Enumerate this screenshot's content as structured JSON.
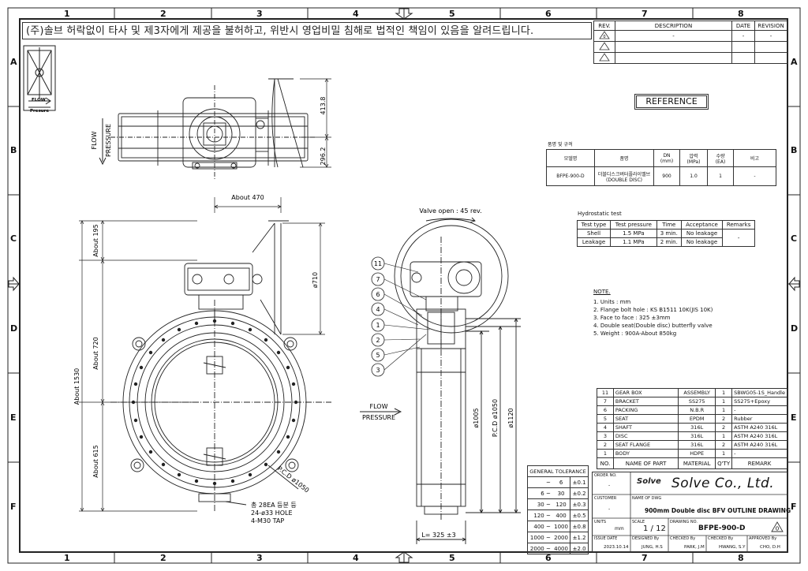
{
  "sheet": {
    "grid_cols": [
      "1",
      "2",
      "3",
      "4",
      "5",
      "6",
      "7",
      "8"
    ],
    "grid_rows": [
      "A",
      "B",
      "C",
      "D",
      "E",
      "F"
    ],
    "notice": "(주)솔브 허락없이 타사 및 제3자에게 제공을 불허하고, 위반시 영업비밀 침해로 법적인 책임이 있음을 알려드립니다."
  },
  "revision_table": {
    "headers": [
      "REV.",
      "DESCRIPTION",
      "DATE",
      "REVISION"
    ],
    "rows": [
      {
        "rev": "0",
        "description": "-",
        "date": "-",
        "revision": "-"
      },
      {
        "rev": "",
        "description": "",
        "date": "",
        "revision": ""
      },
      {
        "rev": "",
        "description": "",
        "date": "",
        "revision": ""
      }
    ]
  },
  "reference_label": "REFERENCE",
  "spec_table": {
    "caption": "품명 및 규격",
    "headers": [
      "모델명",
      "품명",
      "DN\n(mm)",
      "압력\n(MPa)",
      "수량\n(EA)",
      "비고"
    ],
    "row": [
      "BFPE-900-D",
      "더블디스크버터플라이밸브\n(DOUBLE DISC)",
      "900",
      "1.0",
      "1",
      "-"
    ]
  },
  "hydrostatic": {
    "caption": "Hydrostatic test",
    "headers": [
      "Test type",
      "Test pressure",
      "Time",
      "Acceptance",
      "Remarks"
    ],
    "rows": [
      [
        "Shell",
        "1.5 MPa",
        "3 min.",
        "No leakage"
      ],
      [
        "Leakage",
        "1.1 MPa",
        "2 min.",
        "No leakage"
      ]
    ],
    "remarks": "-"
  },
  "notes": {
    "title": "NOTE.",
    "items": [
      "1. Units : mm",
      "2. Flange bolt hole : KS B1511 10K(JIS 10K)",
      "3. Face to face : 325 ±3mm",
      "4. Double seat(Double disc) butterfly valve",
      "5. Weight : 900A-About 850kg"
    ]
  },
  "parts_table": {
    "headers": [
      "NO.",
      "NAME OF PART",
      "MATERIAL",
      "Q'TY",
      "REMARK"
    ],
    "rows": [
      [
        "11",
        "GEAR BOX",
        "ASSEMBLY",
        "1",
        "SBWG05-1S_Handle"
      ],
      [
        "7",
        "BRACKET",
        "SS275",
        "1",
        "SS275+Epoxy"
      ],
      [
        "6",
        "PACKING",
        "N.B.R",
        "1",
        "-"
      ],
      [
        "5",
        "SEAT",
        "EPDM",
        "2",
        "Rubber"
      ],
      [
        "4",
        "SHAFT",
        "316L",
        "2",
        "ASTM A240 316L"
      ],
      [
        "3",
        "DISC",
        "316L",
        "1",
        "ASTM A240 316L"
      ],
      [
        "2",
        "SEAT FLANGE",
        "316L",
        "2",
        "ASTM A240 316L"
      ],
      [
        "1",
        "BODY",
        "HDPE",
        "1",
        "-"
      ]
    ]
  },
  "tolerance": {
    "title": "GENERAL TOLERANCE",
    "rows": [
      [
        "~",
        "6",
        "±0.1"
      ],
      [
        "6 ~",
        "30",
        "±0.2"
      ],
      [
        "30 ~",
        "120",
        "±0.3"
      ],
      [
        "120 ~",
        "400",
        "±0.5"
      ],
      [
        "400 ~",
        "1000",
        "±0.8"
      ],
      [
        "1000 ~",
        "2000",
        "±1.2"
      ],
      [
        "2000 ~",
        "4000",
        "±2.0"
      ]
    ]
  },
  "title_block": {
    "order_no_label": "ORDER NO.",
    "order_no": "-",
    "company_logo": "Solve",
    "company_name": "Solve Co., Ltd.",
    "customer_label": "CUSTOMER",
    "customer": "-",
    "dwg_name_label": "NAME OF DWG",
    "dwg_name": "900mm Double disc BFV OUTLINE DRAWING",
    "units_label": "UNITS",
    "units": "mm",
    "scale_label": "SCALE",
    "scale": "1 / 12",
    "drawing_no_label": "DRAWING NO.",
    "drawing_no": "BFPE-900-D",
    "rev_mark": "0",
    "issue_date_label": "ISSUE DATE",
    "issue_date": "2023.10.14",
    "designed_label": "DESIGNED By",
    "designed": "JUNG, H.S",
    "checked1_label": "CHECKED By",
    "checked1": "PARK, J.M",
    "checked2_label": "CHECKED By",
    "checked2": "HWANG, S.Y",
    "approved_label": "APPROVED By",
    "approved": "CHO, D.H"
  },
  "drawing": {
    "flow_pressure": [
      "FLOW",
      "PRESSURE"
    ],
    "flow_icon": [
      "FLOW",
      "Presure"
    ],
    "dim_413": "413.8",
    "dim_296": "296.2",
    "dim_470": "About 470",
    "dim_195": "About 195",
    "dim_720": "About 720",
    "dim_1530": "About 1530",
    "dim_615": "About 615",
    "dim_710": "ø710",
    "valve_open": "Valve open : 45 rev.",
    "pcd_1050": "P.C.D ø1050",
    "bolt_note": [
      "총 28EA 등분 등",
      "24-ø33 HOLE",
      "4-M30 TAP"
    ],
    "dim_1005": "ø1005",
    "dim_pcd_side": "P.C.D ø1050",
    "dim_1120": "ø1120",
    "dim_l": "L= 325 ±3",
    "balloons": [
      "11",
      "7",
      "6",
      "4",
      "1",
      "2",
      "5",
      "3"
    ]
  }
}
